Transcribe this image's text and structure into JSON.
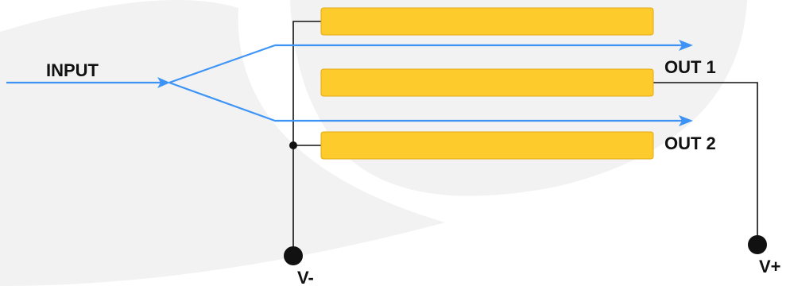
{
  "labels": {
    "input": "INPUT",
    "out1": "OUT 1",
    "out2": "OUT 2",
    "v_minus": "V-",
    "v_plus": "V+"
  },
  "colors": {
    "waveguide": "#3d94f6",
    "electrode_fill": "#fdcc2c",
    "electrode_stroke": "#e2a914",
    "wire": "#111111",
    "watermark": "#f2f2f2"
  },
  "icons": {
    "input_arrow": "arrowhead-right-icon",
    "output_arrow": "arrowhead-right-icon",
    "terminal": "filled-circle-terminal",
    "junction": "filled-circle-junction"
  }
}
